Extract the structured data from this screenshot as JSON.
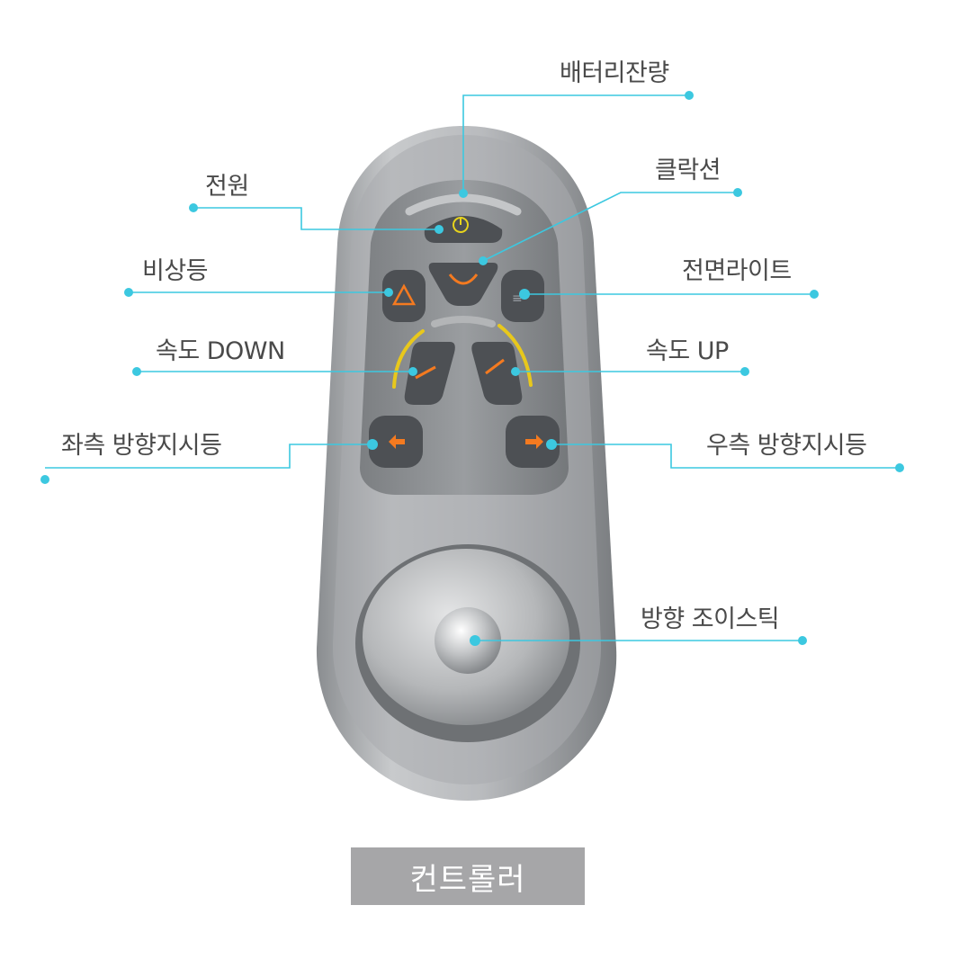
{
  "diagram": {
    "caption": "컨트롤러",
    "labels": {
      "battery": "배터리잔량",
      "horn": "클락션",
      "power": "전원",
      "hazard": "비상등",
      "headlight": "전면라이트",
      "speed_down": "속도 DOWN",
      "speed_up": "속도 UP",
      "left_turn": "좌측 방향지시등",
      "right_turn": "우측 방향지시등",
      "joystick": "방향 조이스틱"
    },
    "colors": {
      "leader_line": "#3cc8e0",
      "body_dark": "#6e7174",
      "body_light": "#c9cbcd",
      "button": "#4d5054",
      "accent_orange": "#f47a20",
      "accent_yellow": "#e8c81c",
      "caption_bg": "#a6a6a8"
    }
  }
}
